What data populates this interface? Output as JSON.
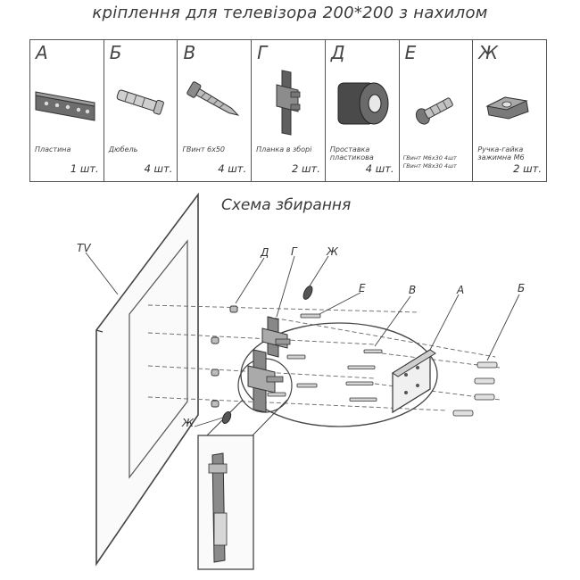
{
  "title": "кріплення для телевізора 200*200 з нахилом",
  "parts": [
    {
      "letter": "А",
      "name": "Пластина",
      "qty": "1 шт.",
      "icon": "plate-icon"
    },
    {
      "letter": "Б",
      "name": "Дюбель",
      "qty": "4 шт.",
      "icon": "dowel-icon"
    },
    {
      "letter": "В",
      "name": "ГВинт 6х50",
      "qty": "4 шт.",
      "icon": "screw-icon"
    },
    {
      "letter": "Г",
      "name": "Планка в зборі",
      "qty": "2 шт.",
      "icon": "bracket-icon"
    },
    {
      "letter": "Д",
      "name": "Проставка пластикова",
      "qty": "4 шт.",
      "icon": "spacer-icon"
    },
    {
      "letter": "Е",
      "name": "",
      "qty": "",
      "sub1": "ГВинт М6х30  4шт",
      "sub2": "ГВинт М8х30  4шт",
      "icon": "bolt-icon"
    },
    {
      "letter": "Ж",
      "name": "Ручка-гайка зажимна М6",
      "qty": "2 шт.",
      "icon": "knob-nut-icon"
    }
  ],
  "scheme": {
    "title": "Схема збирання",
    "labels": {
      "tv": "TV",
      "d": "Д",
      "g": "Г",
      "zh_top": "Ж",
      "e": "Е",
      "v": "В",
      "a": "А",
      "b": "Б",
      "zh_bottom": "Ж"
    }
  }
}
